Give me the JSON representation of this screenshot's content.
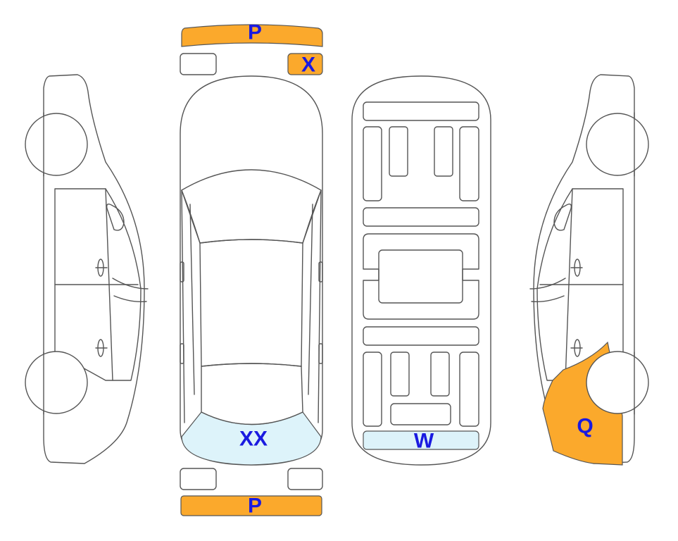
{
  "colors": {
    "outline": "#555555",
    "damage_orange": "#FBA92C",
    "damage_lightblue": "#DDF3FA",
    "label_blue": "#1A1AE0"
  },
  "markers": {
    "front_bumper": "P",
    "front_right_light": "X",
    "rear_bumper": "P",
    "rear_windshield": "XX",
    "rear_underbody_panel": "W",
    "right_rear_quarter": "Q"
  }
}
